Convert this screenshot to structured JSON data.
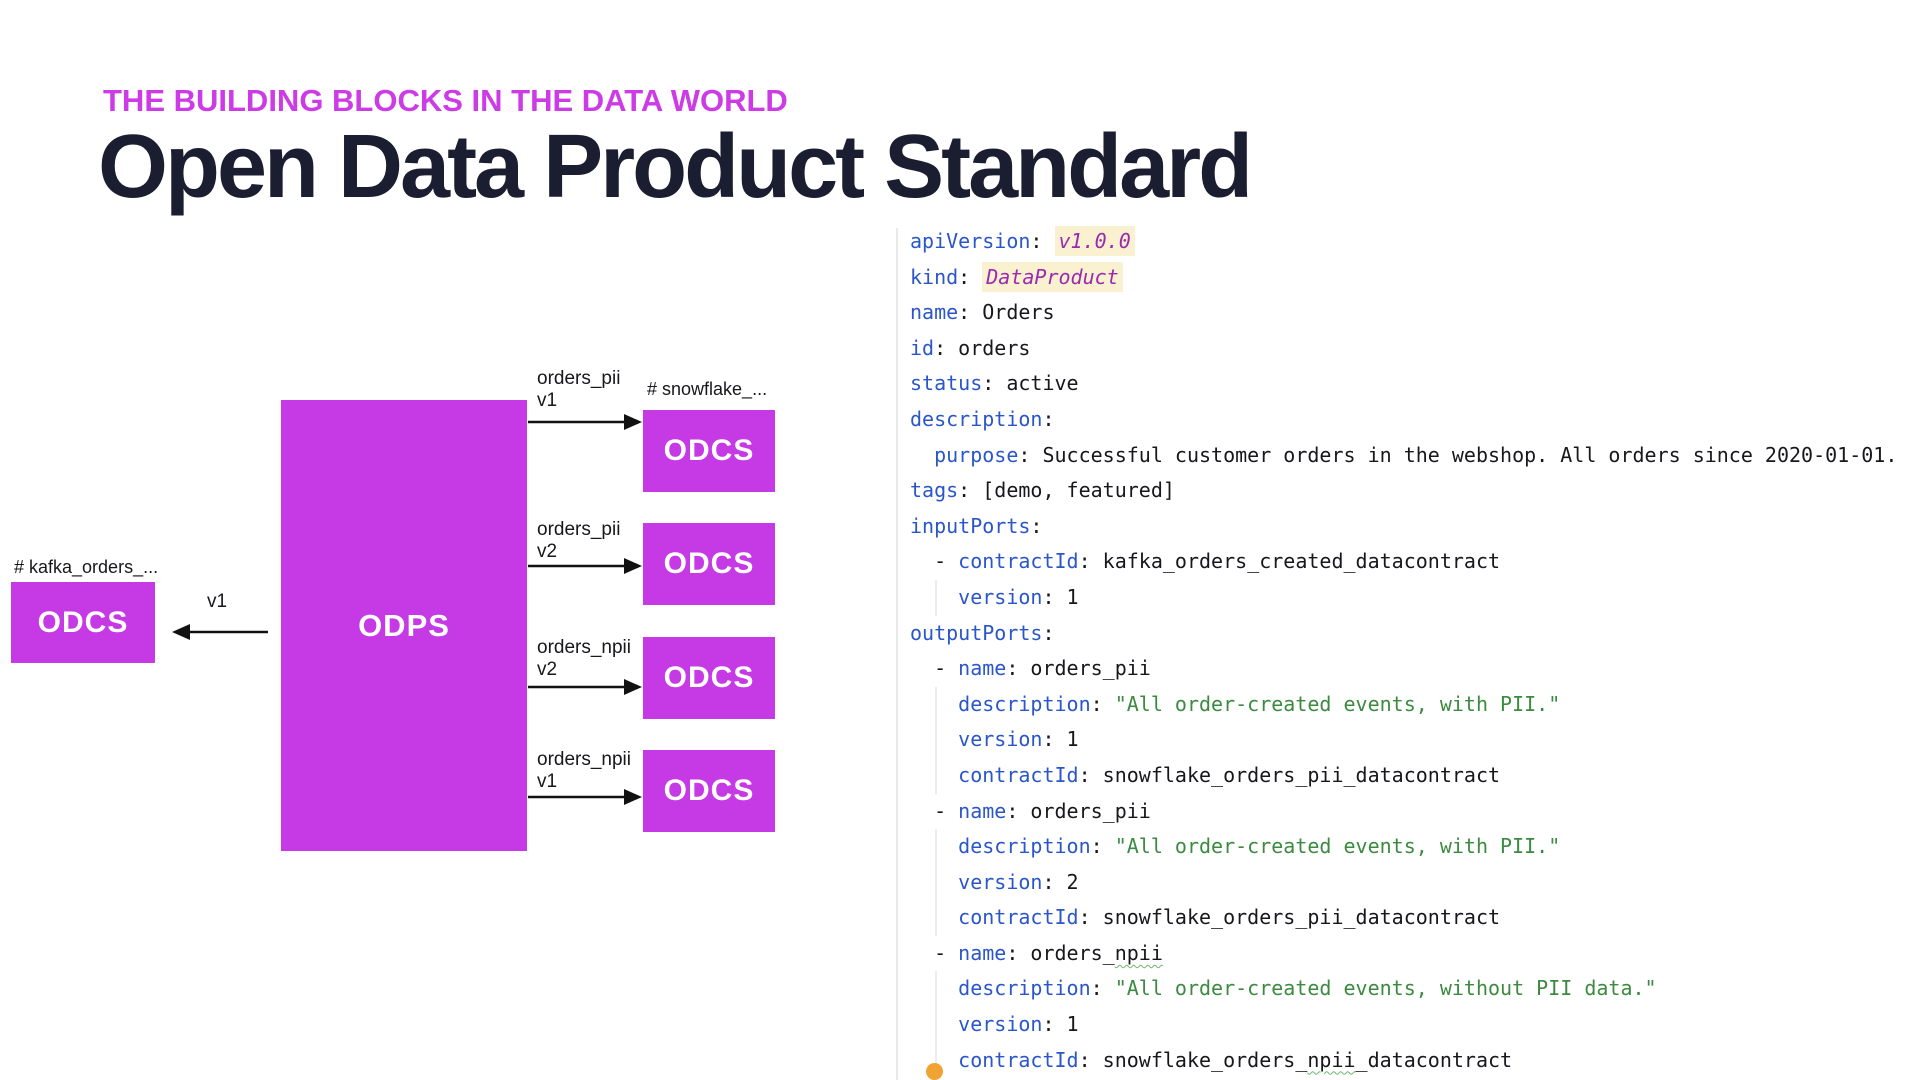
{
  "header": {
    "eyebrow": "THE BUILDING BLOCKS IN THE DATA WORLD",
    "title": "Open Data Product Standard"
  },
  "diagram": {
    "odps_label": "ODPS",
    "odcs_label": "ODCS",
    "kafka_label": "# kafka_orders_...",
    "snowflake_label": "# snowflake_...",
    "left_arrow_label": "v1",
    "output_ports": [
      {
        "name": "orders_pii",
        "version": "v1"
      },
      {
        "name": "orders_pii",
        "version": "v2"
      },
      {
        "name": "orders_npii",
        "version": "v2"
      },
      {
        "name": "orders_npii",
        "version": "v1"
      }
    ]
  },
  "colors": {
    "box_magenta": "#c63ae6",
    "eyebrow_magenta": "#cd3be6",
    "title_dark": "#1b1e30",
    "key_blue": "#2a56c9",
    "string_green": "#3c8a40",
    "highlight_purple": "#9c2ab0",
    "highlight_bg": "#faf1d0",
    "marker_orange": "#f0a232"
  },
  "code": {
    "lines": [
      {
        "g": false,
        "s": [
          {
            "t": "apiVersion",
            "c": "key"
          },
          {
            "t": ": ",
            "c": "plain"
          },
          {
            "t": "v1.0.0",
            "c": "hl"
          }
        ]
      },
      {
        "g": false,
        "s": [
          {
            "t": "kind",
            "c": "key"
          },
          {
            "t": ": ",
            "c": "plain"
          },
          {
            "t": "DataProduct",
            "c": "hl"
          }
        ]
      },
      {
        "g": false,
        "s": [
          {
            "t": "name",
            "c": "key"
          },
          {
            "t": ": Orders",
            "c": "plain"
          }
        ]
      },
      {
        "g": false,
        "s": [
          {
            "t": "id",
            "c": "key"
          },
          {
            "t": ": orders",
            "c": "plain"
          }
        ]
      },
      {
        "g": false,
        "s": [
          {
            "t": "status",
            "c": "key"
          },
          {
            "t": ": active",
            "c": "plain"
          }
        ]
      },
      {
        "g": false,
        "s": [
          {
            "t": "description",
            "c": "key"
          },
          {
            "t": ":",
            "c": "plain"
          }
        ]
      },
      {
        "g": false,
        "s": [
          {
            "t": "  ",
            "c": "plain"
          },
          {
            "t": "purpose",
            "c": "key"
          },
          {
            "t": ": Successful customer orders in the webshop. All orders since 2020-01-01.",
            "c": "plain"
          }
        ]
      },
      {
        "g": false,
        "s": [
          {
            "t": "tags",
            "c": "key"
          },
          {
            "t": ": [demo, featured]",
            "c": "plain"
          }
        ]
      },
      {
        "g": false,
        "s": [
          {
            "t": "inputPorts",
            "c": "key"
          },
          {
            "t": ":",
            "c": "plain"
          }
        ]
      },
      {
        "g": false,
        "s": [
          {
            "t": "  - ",
            "c": "plain"
          },
          {
            "t": "contractId",
            "c": "key"
          },
          {
            "t": ": kafka_orders_created_datacontract",
            "c": "plain"
          }
        ]
      },
      {
        "g": true,
        "s": [
          {
            "t": "    ",
            "c": "plain"
          },
          {
            "t": "version",
            "c": "key"
          },
          {
            "t": ": 1",
            "c": "plain"
          }
        ]
      },
      {
        "g": false,
        "s": [
          {
            "t": "outputPorts",
            "c": "key"
          },
          {
            "t": ":",
            "c": "plain"
          }
        ]
      },
      {
        "g": false,
        "s": [
          {
            "t": "  - ",
            "c": "plain"
          },
          {
            "t": "name",
            "c": "key"
          },
          {
            "t": ": orders_pii",
            "c": "plain"
          }
        ]
      },
      {
        "g": true,
        "s": [
          {
            "t": "    ",
            "c": "plain"
          },
          {
            "t": "description",
            "c": "key"
          },
          {
            "t": ": ",
            "c": "plain"
          },
          {
            "t": "\"All order-created events, with PII.\"",
            "c": "str"
          }
        ]
      },
      {
        "g": true,
        "s": [
          {
            "t": "    ",
            "c": "plain"
          },
          {
            "t": "version",
            "c": "key"
          },
          {
            "t": ": 1",
            "c": "plain"
          }
        ]
      },
      {
        "g": true,
        "s": [
          {
            "t": "    ",
            "c": "plain"
          },
          {
            "t": "contractId",
            "c": "key"
          },
          {
            "t": ": snowflake_orders_pii_datacontract",
            "c": "plain"
          }
        ]
      },
      {
        "g": false,
        "s": [
          {
            "t": "  - ",
            "c": "plain"
          },
          {
            "t": "name",
            "c": "key"
          },
          {
            "t": ": orders_pii",
            "c": "plain"
          }
        ]
      },
      {
        "g": true,
        "s": [
          {
            "t": "    ",
            "c": "plain"
          },
          {
            "t": "description",
            "c": "key"
          },
          {
            "t": ": ",
            "c": "plain"
          },
          {
            "t": "\"All order-created events, with PII.\"",
            "c": "str"
          }
        ]
      },
      {
        "g": true,
        "s": [
          {
            "t": "    ",
            "c": "plain"
          },
          {
            "t": "version",
            "c": "key"
          },
          {
            "t": ": 2",
            "c": "plain"
          }
        ]
      },
      {
        "g": true,
        "s": [
          {
            "t": "    ",
            "c": "plain"
          },
          {
            "t": "contractId",
            "c": "key"
          },
          {
            "t": ": snowflake_orders_pii_datacontract",
            "c": "plain"
          }
        ]
      },
      {
        "g": false,
        "s": [
          {
            "t": "  - ",
            "c": "plain"
          },
          {
            "t": "name",
            "c": "key"
          },
          {
            "t": ": orders_",
            "c": "plain"
          },
          {
            "t": "npii",
            "c": "plain sq"
          }
        ]
      },
      {
        "g": true,
        "s": [
          {
            "t": "    ",
            "c": "plain"
          },
          {
            "t": "description",
            "c": "key"
          },
          {
            "t": ": ",
            "c": "plain"
          },
          {
            "t": "\"All order-created events, without PII data.\"",
            "c": "str"
          }
        ]
      },
      {
        "g": true,
        "s": [
          {
            "t": "    ",
            "c": "plain"
          },
          {
            "t": "version",
            "c": "key"
          },
          {
            "t": ": 1",
            "c": "plain"
          }
        ]
      },
      {
        "g": true,
        "s": [
          {
            "t": "    ",
            "c": "plain"
          },
          {
            "t": "contractId",
            "c": "key"
          },
          {
            "t": ": snowflake_orders_",
            "c": "plain"
          },
          {
            "t": "npii",
            "c": "plain sq"
          },
          {
            "t": "_datacontract",
            "c": "plain"
          }
        ]
      }
    ]
  }
}
